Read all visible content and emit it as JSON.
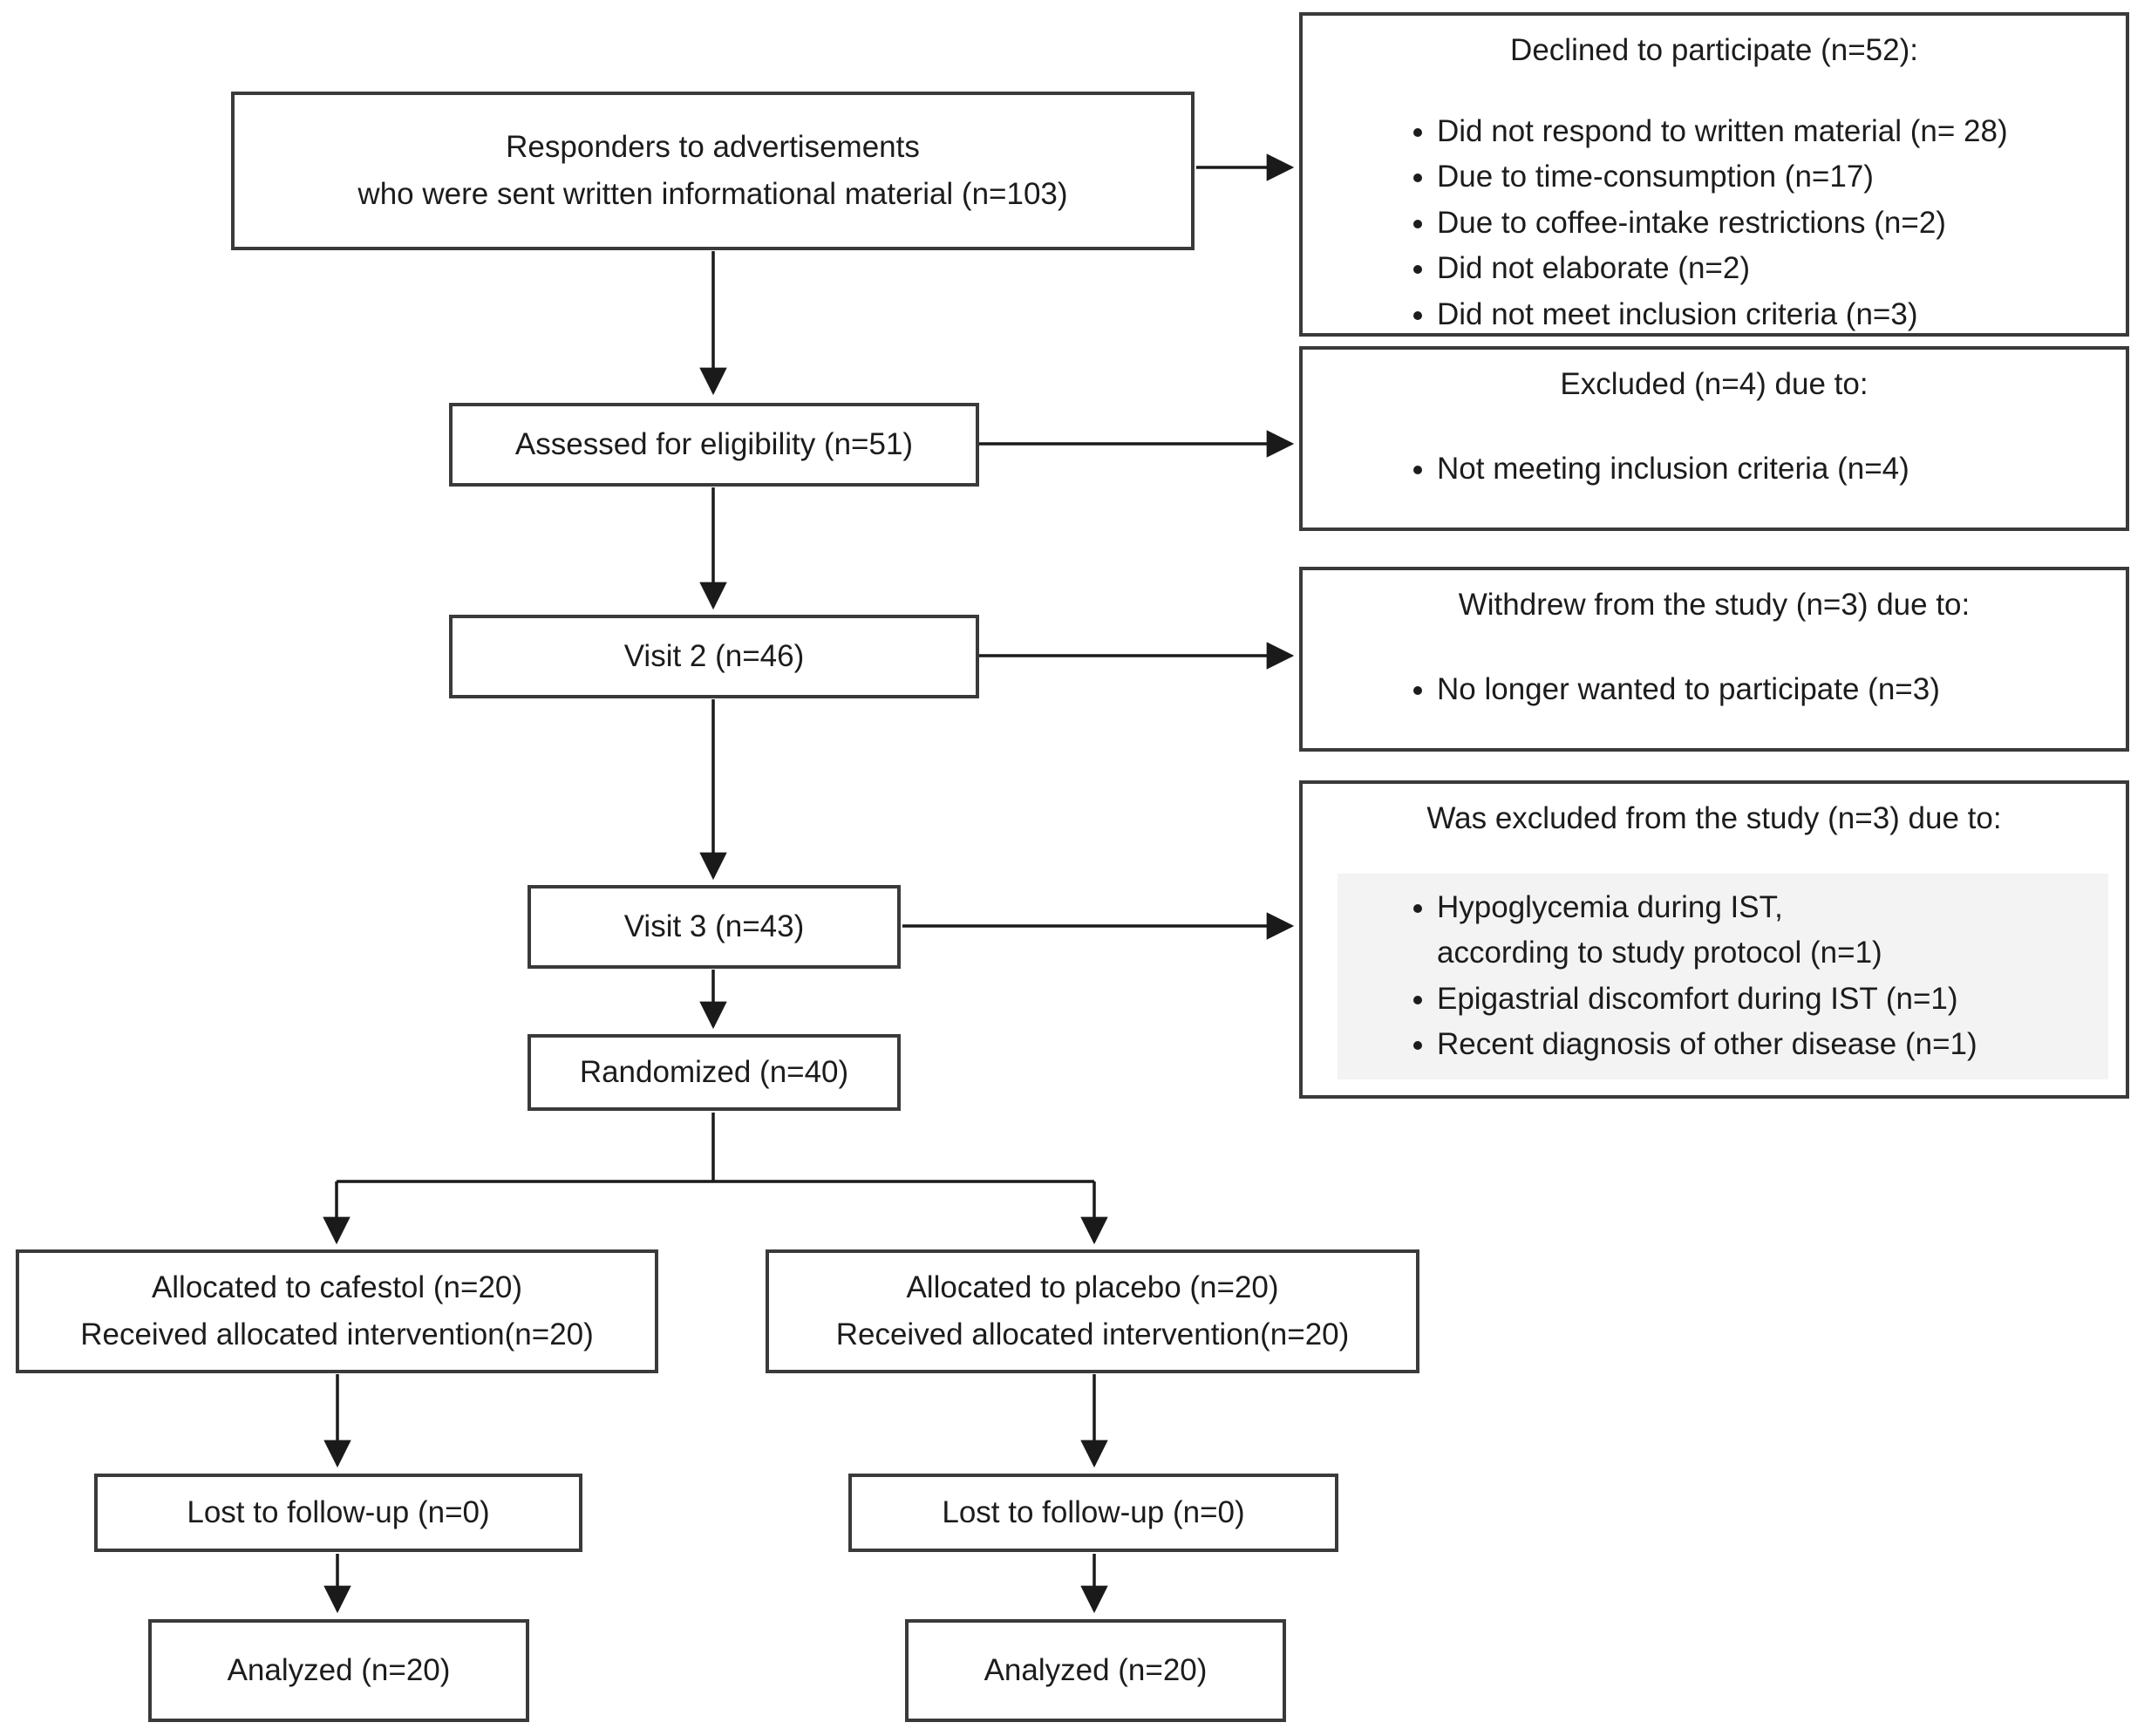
{
  "colors": {
    "background": "#ffffff",
    "box_border": "#3a3a3a",
    "arrow": "#1a1a1a",
    "bullet_highlight": "#f3f3f3",
    "text": "#1c1c1c"
  },
  "main_flow": {
    "responders": {
      "line1": "Responders to advertisements",
      "line2": "who were sent written informational material (n=103)"
    },
    "assessed": "Assessed for eligibility (n=51)",
    "visit2": "Visit 2 (n=46)",
    "visit3": "Visit 3 (n=43)",
    "randomized": "Randomized (n=40)"
  },
  "side_boxes": {
    "declined": {
      "title": "Declined to participate (n=52):",
      "bullets": [
        "Did not respond to written material (n= 28)",
        "Due to time-consumption (n=17)",
        "Due to coffee-intake restrictions (n=2)",
        "Did not elaborate (n=2)",
        "Did not meet inclusion criteria (n=3)"
      ]
    },
    "excluded": {
      "title": "Excluded (n=4) due to:",
      "bullets": [
        "Not meeting inclusion criteria (n=4)"
      ]
    },
    "withdrew": {
      "title": "Withdrew from the study (n=3) due to:",
      "bullets": [
        "No longer wanted to participate (n=3)"
      ]
    },
    "was_excluded": {
      "title": "Was excluded from the study (n=3) due to:",
      "bullets": [
        "Hypoglycemia during IST,\naccording to study protocol (n=1)",
        "Epigastrial discomfort during IST (n=1)",
        "Recent diagnosis of other disease (n=1)"
      ]
    }
  },
  "arms": {
    "cafestol": {
      "allocation_line1": "Allocated to cafestol (n=20)",
      "allocation_line2": "Received allocated intervention(n=20)",
      "lost": "Lost to follow-up (n=0)",
      "analyzed": "Analyzed (n=20)"
    },
    "placebo": {
      "allocation_line1": "Allocated to placebo (n=20)",
      "allocation_line2": "Received allocated intervention(n=20)",
      "lost": "Lost to follow-up (n=0)",
      "analyzed": "Analyzed (n=20)"
    }
  }
}
